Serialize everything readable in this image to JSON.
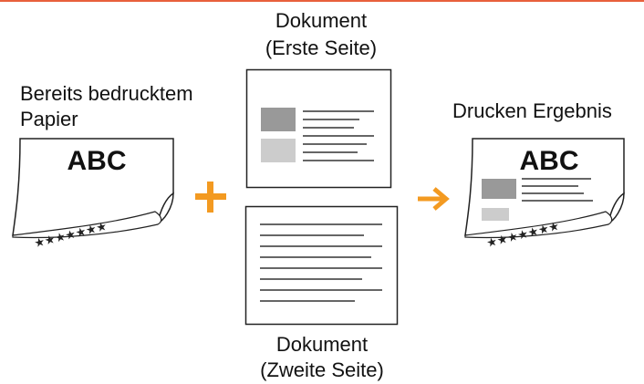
{
  "colors": {
    "top_rule": "#e8603c",
    "accent": "#f39a21",
    "block_dark": "#999999",
    "block_light": "#cccccc"
  },
  "labels": {
    "doc_first_line1": "Dokument",
    "doc_first_line2": "(Erste Seite)",
    "preprinted_line1": "Bereits bedrucktem",
    "preprinted_line2": "Papier",
    "result": "Drucken Ergebnis",
    "doc_second_line1": "Dokument",
    "doc_second_line2": "(Zweite Seite)"
  },
  "page_text": {
    "preprinted": "ABC",
    "result": "ABC"
  },
  "icons": {
    "plus": "plus-icon",
    "arrow": "arrow-right-icon"
  }
}
